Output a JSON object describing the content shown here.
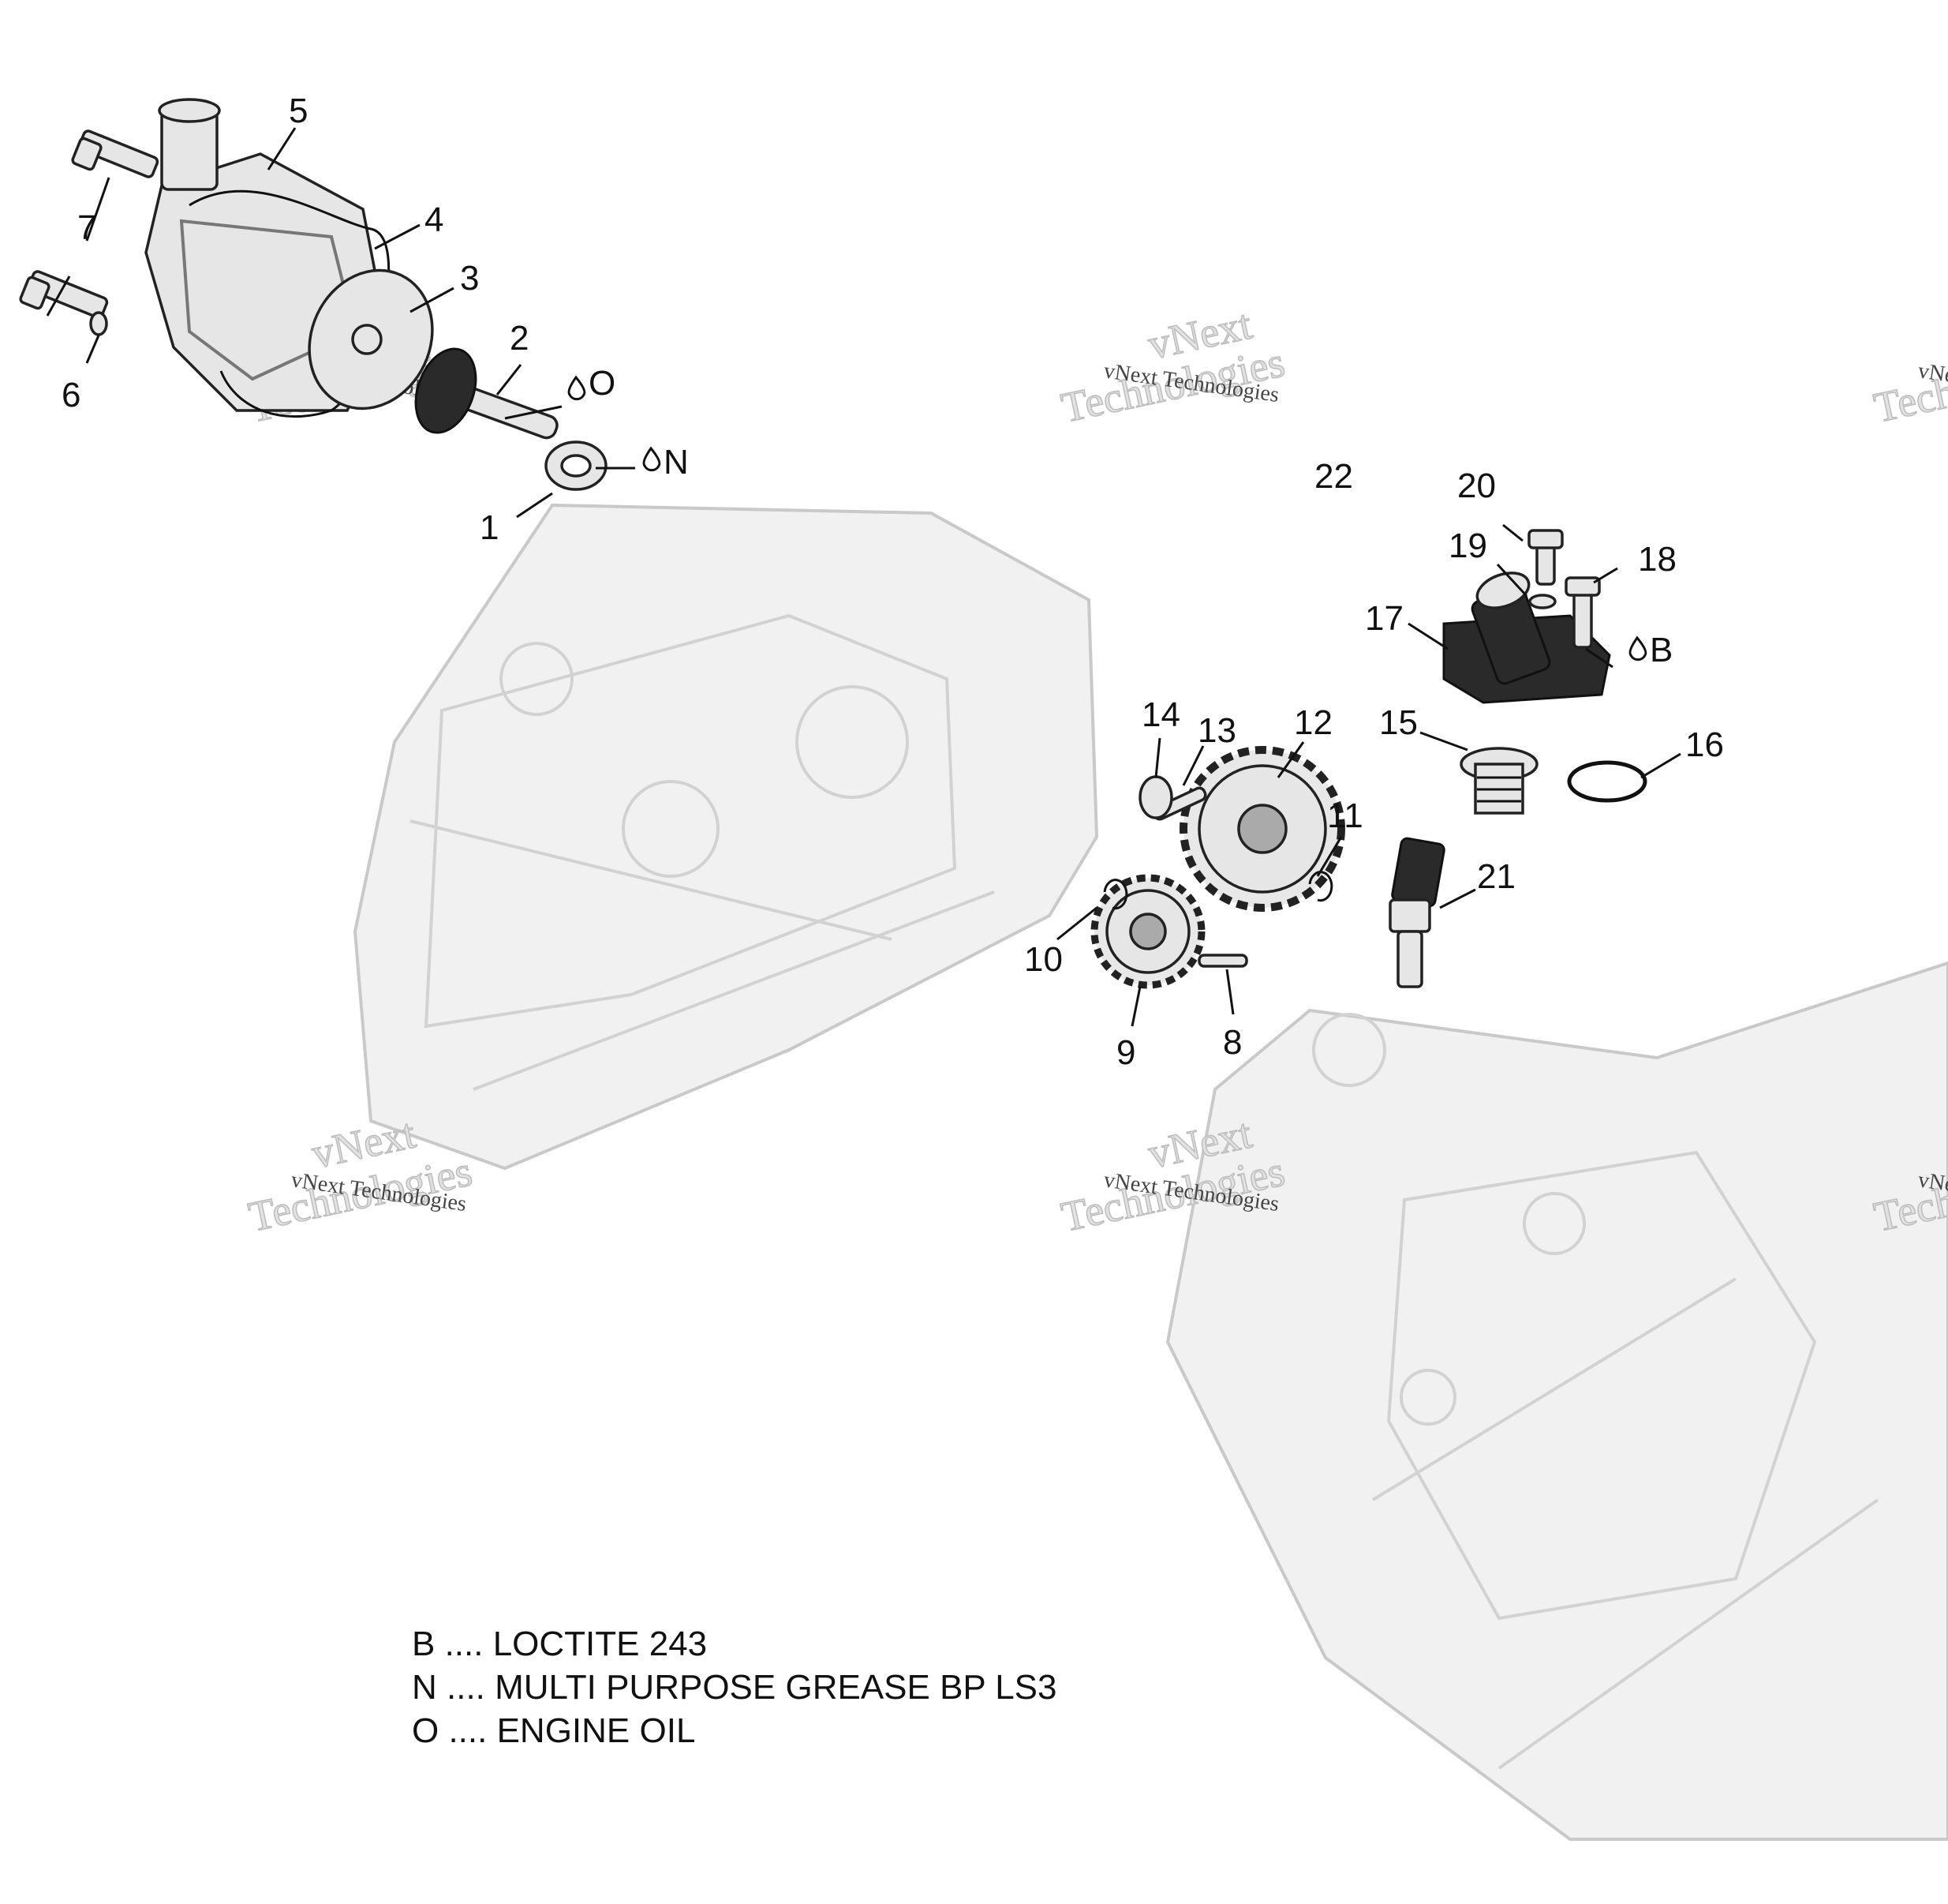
{
  "diagram": {
    "callouts": [
      {
        "id": "1",
        "label": "1"
      },
      {
        "id": "2",
        "label": "2"
      },
      {
        "id": "3",
        "label": "3"
      },
      {
        "id": "4",
        "label": "4"
      },
      {
        "id": "5",
        "label": "5"
      },
      {
        "id": "6",
        "label": "6"
      },
      {
        "id": "7",
        "label": "7"
      },
      {
        "id": "8",
        "label": "8"
      },
      {
        "id": "9",
        "label": "9"
      },
      {
        "id": "10",
        "label": "10"
      },
      {
        "id": "11",
        "label": "11"
      },
      {
        "id": "12",
        "label": "12"
      },
      {
        "id": "13",
        "label": "13"
      },
      {
        "id": "14",
        "label": "14"
      },
      {
        "id": "15",
        "label": "15"
      },
      {
        "id": "16",
        "label": "16"
      },
      {
        "id": "17",
        "label": "17"
      },
      {
        "id": "18",
        "label": "18"
      },
      {
        "id": "19",
        "label": "19"
      },
      {
        "id": "20",
        "label": "20"
      },
      {
        "id": "21",
        "label": "21"
      },
      {
        "id": "22",
        "label": "22"
      }
    ],
    "material_marks": {
      "o_mark": "O",
      "n_mark": "N",
      "b_mark": "B"
    },
    "watermark": {
      "line1": "vNext",
      "line2": "Technologies",
      "caption": "vNext Technologies"
    }
  },
  "legend": [
    "B .... LOCTITE 243",
    "N .... MULTI PURPOSE GREASE BP LS3",
    "O .... ENGINE OIL"
  ]
}
